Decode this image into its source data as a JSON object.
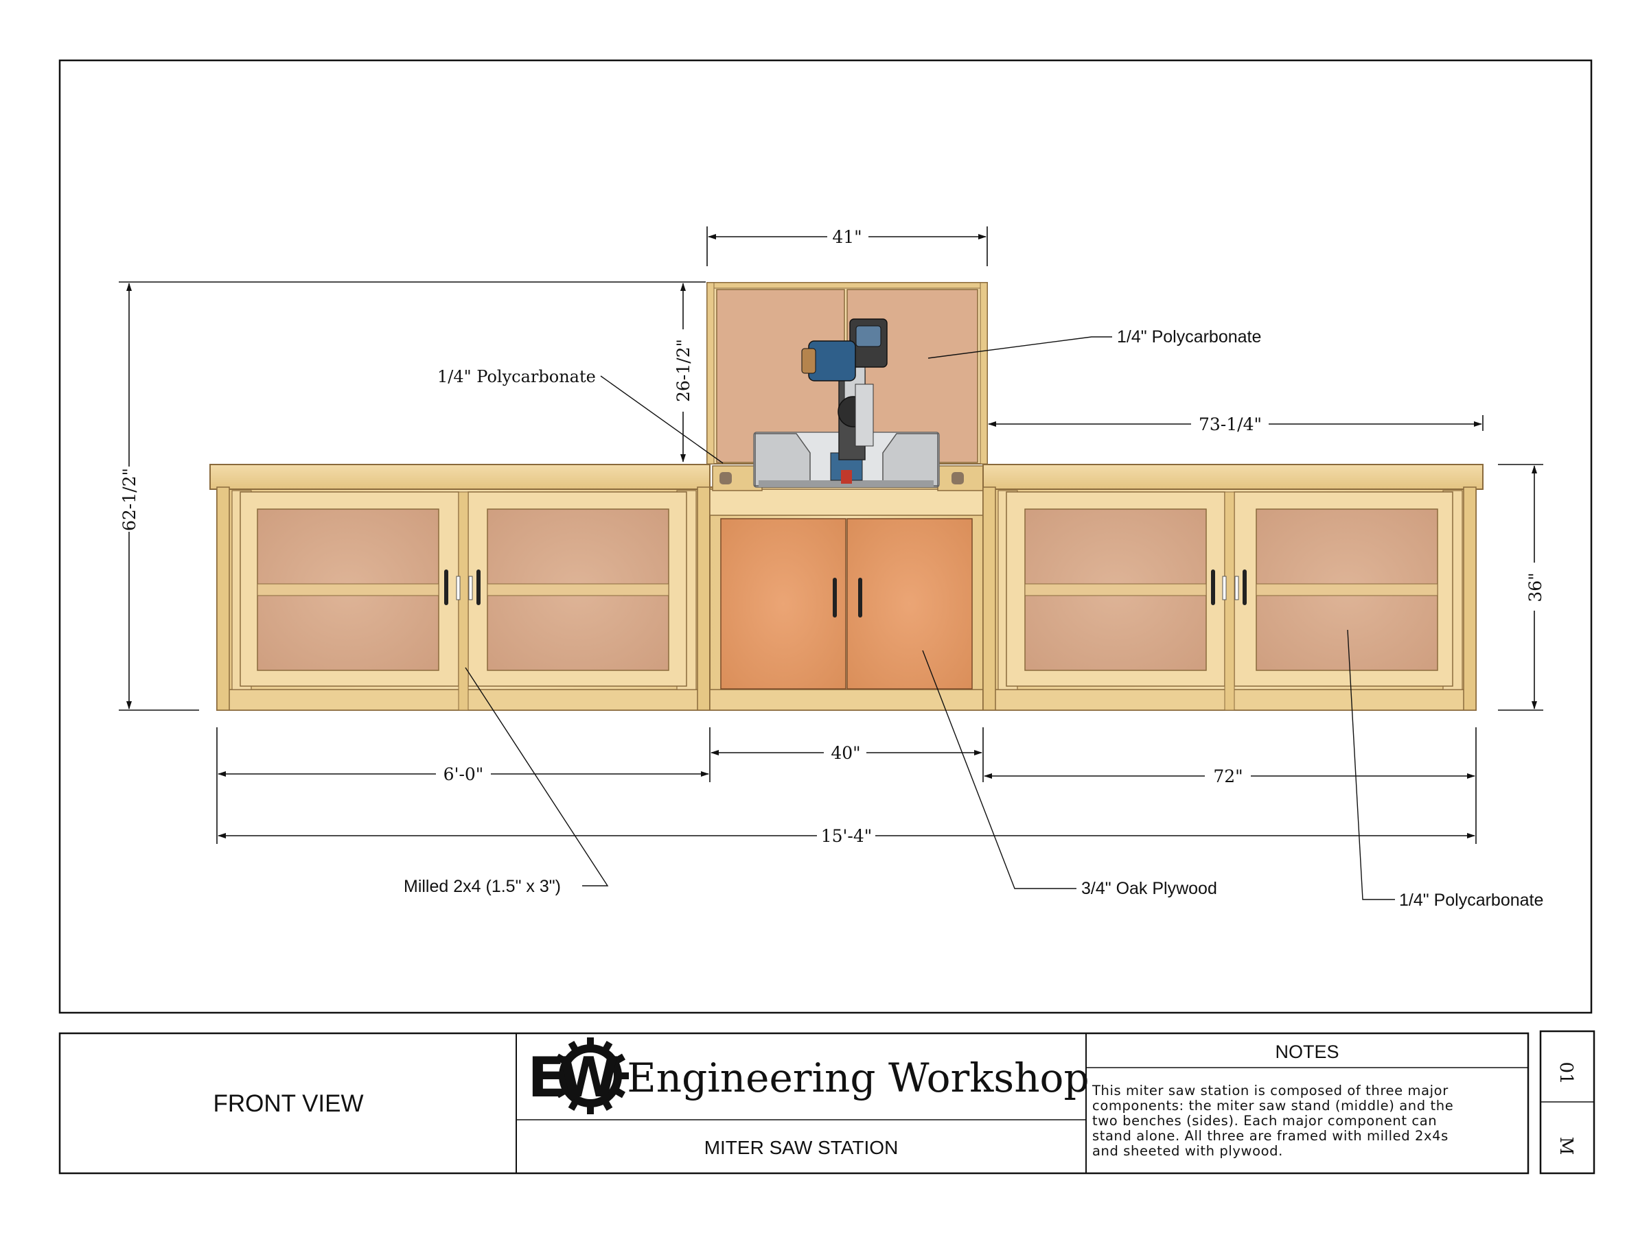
{
  "dimensions": {
    "saw_box_width": "41\"",
    "saw_box_height": "26-1/2\"",
    "overall_height": "62-1/2\"",
    "bench_height": "36\"",
    "saw_to_right_end": "73-1/4\"",
    "left_bench_width": "6'-0\"",
    "middle_width": "40\"",
    "right_bench_width": "72\"",
    "overall_width": "15'-4\""
  },
  "callouts": {
    "polycarb_upper_right": "1/4\" Polycarbonate",
    "polycarb_upper_left": "1/4\" Polycarbonate",
    "polycarb_lower_right": "1/4\" Polycarbonate",
    "milled_2x4": "Milled 2x4 (1.5\" x 3\")",
    "oak_plywood": "3/4\" Oak Plywood"
  },
  "title_block": {
    "view_name": "FRONT VIEW",
    "logo_letters": "EW",
    "brand": "Engineering Workshop",
    "project": "MITER SAW STATION",
    "notes_heading": "NOTES",
    "notes_lines": [
      "This miter saw station is composed of three major",
      "components: the miter saw stand (middle) and the",
      "two benches (sides). Each major component can",
      "stand alone. All three are framed with milled 2x4s",
      "and sheeted with plywood."
    ],
    "sheet_number": "01",
    "sheet_letter": "M"
  },
  "colors": {
    "frame_wood": "#efd59c",
    "frame_wood_edge": "#8a6a3c",
    "panel_ply": "#d6a98a",
    "oak_door": "#e09a66",
    "saw_box_panel": "#dcae8e",
    "saw_blue": "#2f5f8a",
    "saw_steel": "#c8cacc",
    "line": "#111111"
  }
}
